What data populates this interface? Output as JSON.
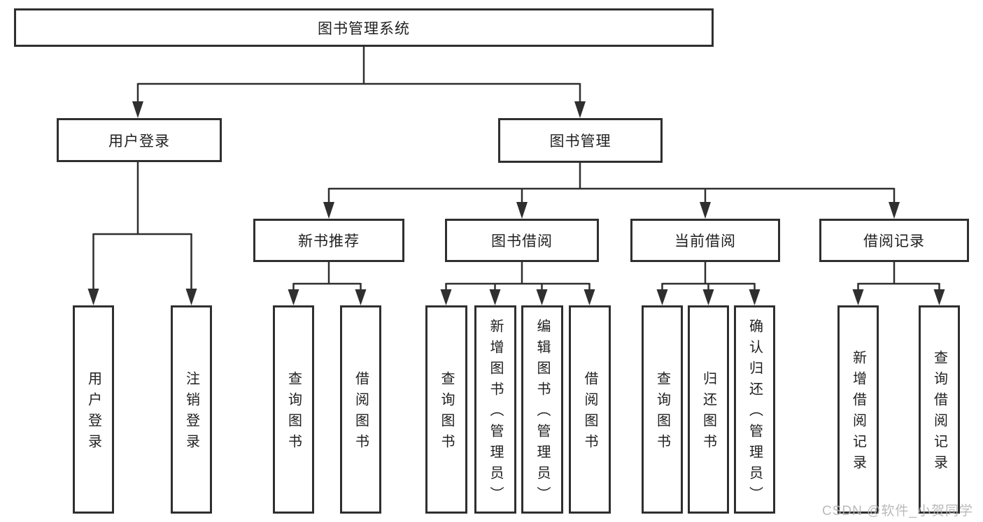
{
  "diagram": {
    "tree": {
      "root": "图书管理系统",
      "branches": [
        {
          "label": "用户登录",
          "leaves": [
            "用户登录",
            "注销登录"
          ]
        },
        {
          "label": "图书管理",
          "groups": [
            {
              "label": "新书推荐",
              "leaves": [
                "查询图书",
                "借阅图书"
              ]
            },
            {
              "label": "图书借阅",
              "leaves": [
                "查询图书",
                "新增图书（管理员）",
                "编辑图书（管理员）",
                "借阅图书"
              ]
            },
            {
              "label": "当前借阅",
              "leaves": [
                "查询图书",
                "归还图书",
                "确认归还（管理员）"
              ]
            },
            {
              "label": "借阅记录",
              "leaves": [
                "新增借阅记录",
                "查询借阅记录"
              ]
            }
          ]
        }
      ]
    },
    "colors": {
      "line": "#2f2f2f",
      "box_border": "#2f2f2f",
      "text": "#1f1f1f",
      "background": "#ffffff",
      "watermark": "#b3b3b3"
    }
  },
  "watermark": {
    "text": "CSDN @软件_小贺同学"
  }
}
